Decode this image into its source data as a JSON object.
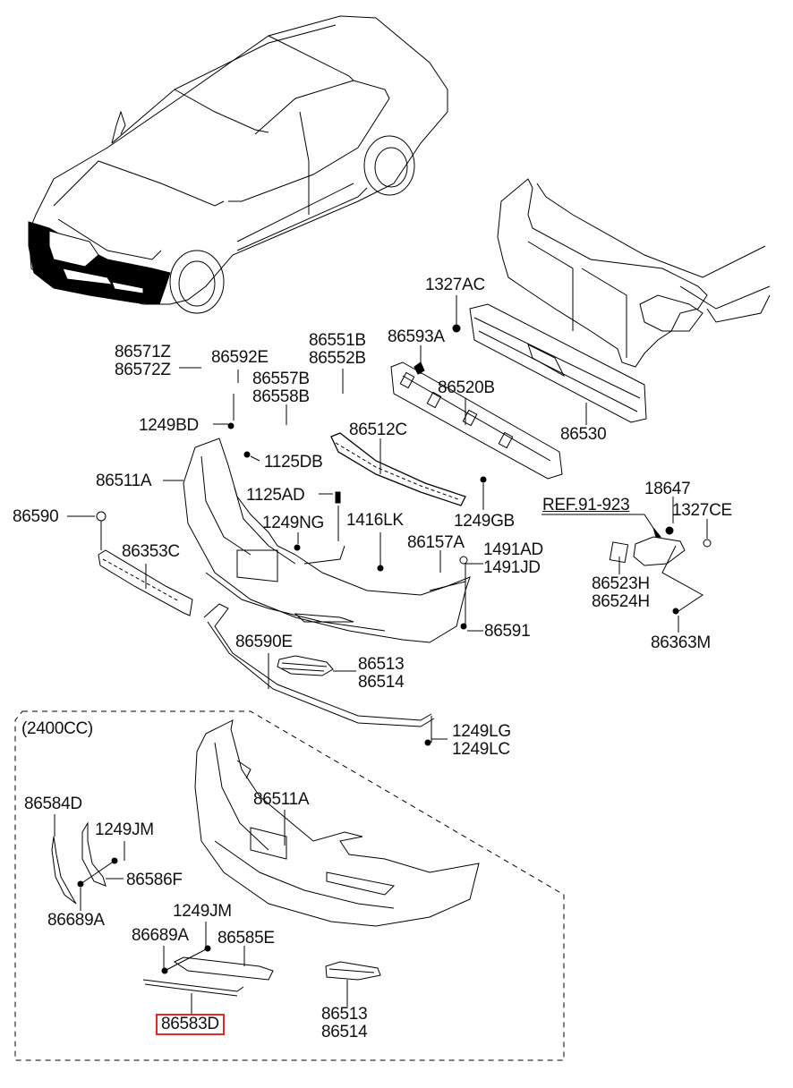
{
  "diagram": {
    "type": "exploded-parts-diagram",
    "subject": "Front bumper assembly",
    "highlight_color": "#e02a2a",
    "variant_section": {
      "label": "(2400CC)"
    },
    "callouts": {
      "c1327AC": "1327AC",
      "c86571Z": "86571Z",
      "c86572Z": "86572Z",
      "c86592E": "86592E",
      "c86551B": "86551B",
      "c86552B": "86552B",
      "c86593A": "86593A",
      "c86557B": "86557B",
      "c86558B": "86558B",
      "c86520B": "86520B",
      "c1249BD": "1249BD",
      "c86512C": "86512C",
      "c86530": "86530",
      "c1125DB": "1125DB",
      "c86511A": "86511A",
      "c1125AD": "1125AD",
      "cREF": "REF.91-923",
      "c18647": "18647",
      "c86590": "86590",
      "c1249NG": "1249NG",
      "c1416LK": "1416LK",
      "c1249GB": "1249GB",
      "c1327CE": "1327CE",
      "c86353C": "86353C",
      "c86157A": "86157A",
      "c1491AD": "1491AD",
      "c1491JD": "1491JD",
      "c86523H": "86523H",
      "c86524H": "86524H",
      "c86591": "86591",
      "c86363M": "86363M",
      "c86590E": "86590E",
      "c86513": "86513",
      "c86514": "86514",
      "c1249LG": "1249LG",
      "c1249LC": "1249LC",
      "v86511A": "86511A",
      "v86584D": "86584D",
      "v1249JM_a": "1249JM",
      "v86586F": "86586F",
      "v86689A_a": "86689A",
      "v1249JM_b": "1249JM",
      "v86689A_b": "86689A",
      "v86585E": "86585E",
      "v86583D": "86583D",
      "v86513": "86513",
      "v86514": "86514"
    },
    "highlighted_part": "86583D"
  }
}
